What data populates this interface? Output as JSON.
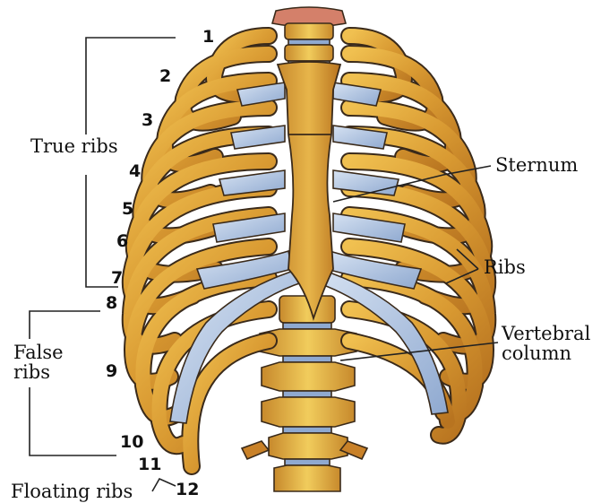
{
  "labels": {
    "true_ribs": "True ribs",
    "false_ribs": "False\nribs",
    "floating_ribs": "Floating ribs",
    "sternum": "Sternum",
    "ribs": "Ribs",
    "vertebral_column": "Vertebral\ncolumn"
  },
  "rib_numbers": [
    "1",
    "2",
    "3",
    "4",
    "5",
    "6",
    "7",
    "8",
    "9",
    "10",
    "11",
    "12"
  ],
  "colors": {
    "bone": "#e2a63a",
    "bone_dark": "#a8651e",
    "cartilage": "#b9cde8",
    "cartilage_dark": "#7f9ec8",
    "outline": "#3a2a1a",
    "leader_line": "#222222"
  }
}
